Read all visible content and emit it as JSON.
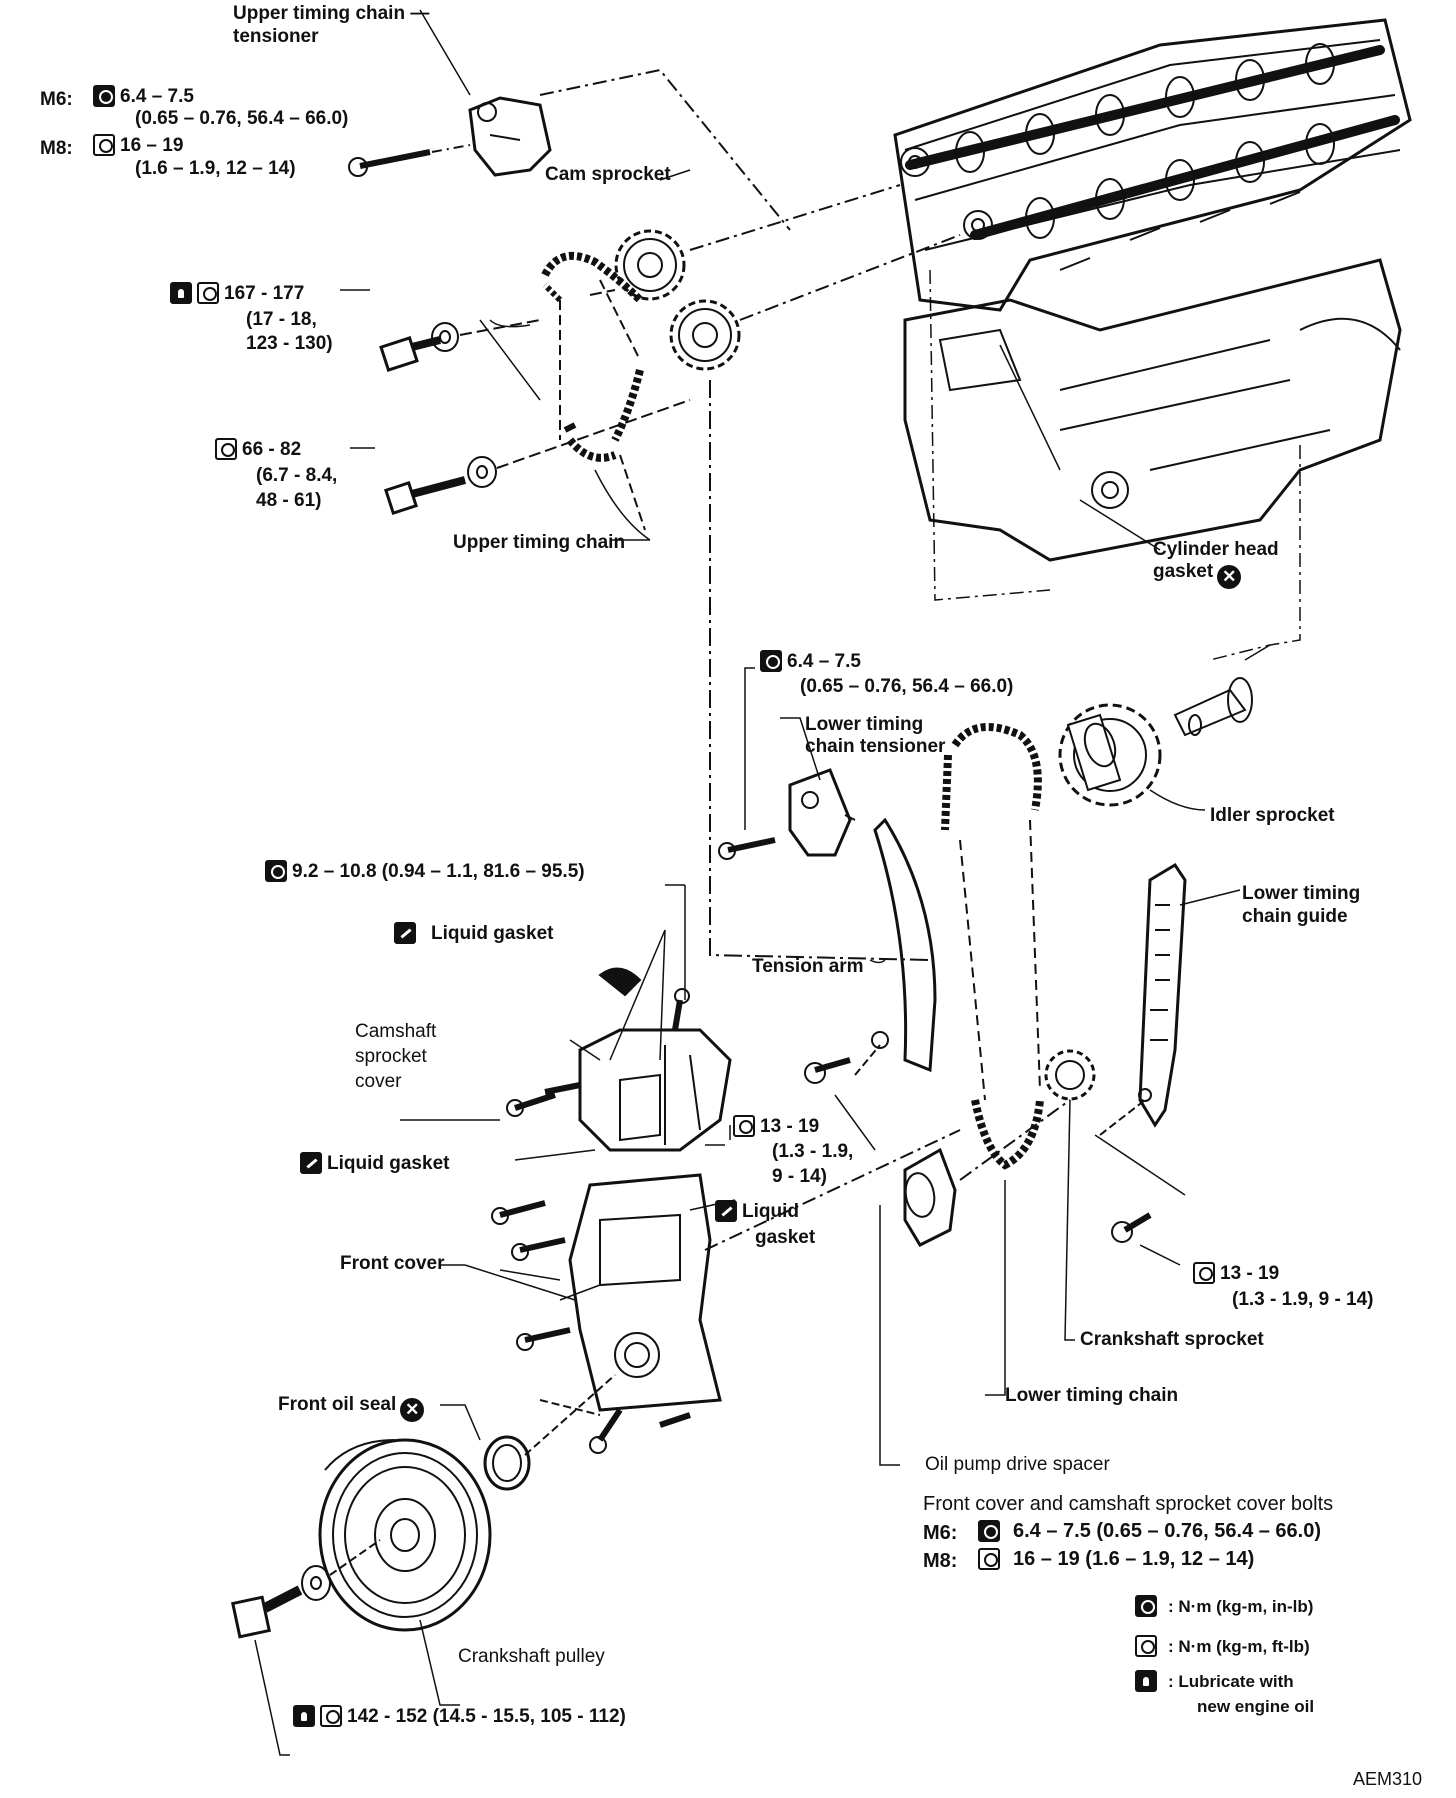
{
  "labels": {
    "upper_tensioner": "Upper timing chain —\ntensioner",
    "m6_prefix": "M6:",
    "m8_prefix": "M8:",
    "upper_tensioner_m6_torque": "6.4 – 7.5",
    "upper_tensioner_m6_units": "(0.65 – 0.76, 56.4 – 66.0)",
    "upper_tensioner_m8_torque": "16 – 19",
    "upper_tensioner_m8_units": "(1.6 – 1.9, 12 – 14)",
    "cam_sprocket": "Cam sprocket",
    "cam_bolt_torque_1": "167 - 177",
    "cam_bolt_torque_2": "(17 - 18,",
    "cam_bolt_torque_3": "123 - 130)",
    "cam_bolt2_torque_1": "66 - 82",
    "cam_bolt2_torque_2": "(6.7 - 8.4,",
    "cam_bolt2_torque_3": "48 - 61)",
    "upper_timing_chain": "Upper timing chain",
    "cylinder_head_gasket_1": "Cylinder head",
    "cylinder_head_gasket_2": "gasket",
    "lower_tensioner_torque": "6.4 – 7.5",
    "lower_tensioner_units": "(0.65 – 0.76, 56.4 – 66.0)",
    "lower_tensioner_1": "Lower timing",
    "lower_tensioner_2": "chain tensioner",
    "idler_sprocket": "Idler sprocket",
    "cover_bolt_torque": "9.2 – 10.8 (0.94 – 1.1, 81.6 – 95.5)",
    "lower_guide_1": "Lower timing",
    "lower_guide_2": "chain guide",
    "liquid_gasket_top": "Liquid gasket",
    "tension_arm": "Tension arm",
    "camshaft_cover_1": "Camshaft",
    "camshaft_cover_2": "sprocket",
    "camshaft_cover_3": "cover",
    "tension_arm_bolt_1": "13 - 19",
    "tension_arm_bolt_2": "(1.3 - 1.9,",
    "tension_arm_bolt_3": "9 - 14)",
    "liquid_gasket_left": "Liquid gasket",
    "liquid_gasket_mid_1": "Liquid",
    "liquid_gasket_mid_2": "gasket",
    "front_cover": "Front cover",
    "guide_bolt_torque_1": "13 - 19",
    "guide_bolt_torque_2": "(1.3 - 1.9, 9 - 14)",
    "crankshaft_sprocket": "Crankshaft sprocket",
    "front_oil_seal": "Front oil seal",
    "lower_timing_chain": "Lower timing chain",
    "oil_pump_spacer": "Oil pump drive spacer",
    "crankshaft_pulley": "Crankshaft pulley",
    "pulley_bolt_torque": "142 - 152 (14.5 - 15.5, 105 - 112)",
    "note_title": "Front cover and camshaft sprocket cover bolts",
    "note_m6": "6.4 – 7.5 (0.65 – 0.76, 56.4 – 66.0)",
    "note_m8": "16 – 19 (1.6 – 1.9, 12 – 14)",
    "legend_inlb": ": N·m (kg-m, in-lb)",
    "legend_ftlb": ": N·m (kg-m, ft-lb)",
    "legend_oil_1": ": Lubricate with",
    "legend_oil_2": "new engine oil",
    "figure_code": "AEM310"
  },
  "icons": {
    "torque_inlb": "torque-inlb-icon",
    "torque_ftlb": "torque-ftlb-icon",
    "oil": "oil-can-icon",
    "gasket": "liquid-gasket-icon",
    "replace": "do-not-reuse-icon"
  }
}
